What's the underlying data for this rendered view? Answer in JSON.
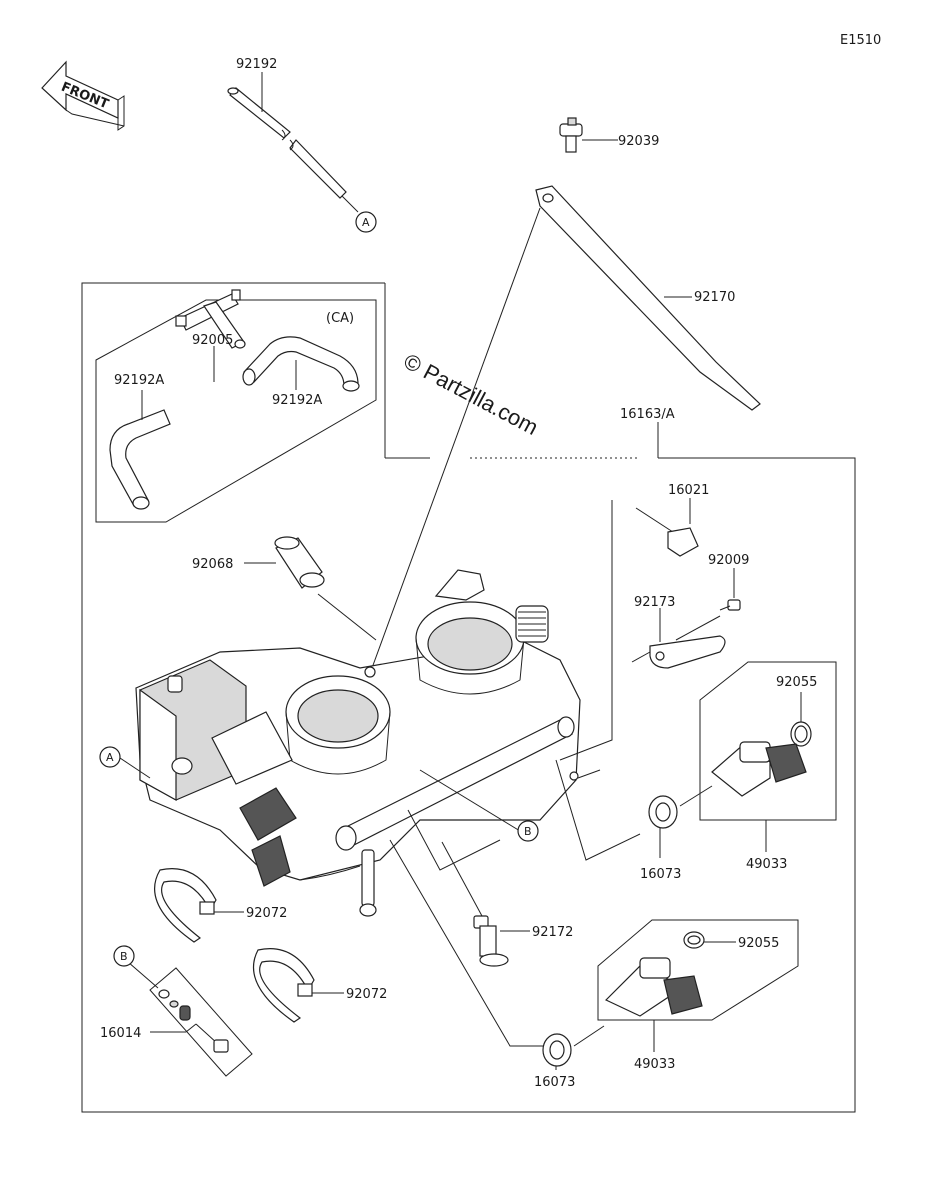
{
  "diagram_code": "E1510",
  "front_arrow_label": "FRONT",
  "watermark": "© Partzilla.com",
  "groups": {
    "ca_label": "(CA)",
    "assembly_label": "16163/A"
  },
  "callouts": {
    "a": "A",
    "b": "B"
  },
  "parts": {
    "hose_92192": "92192",
    "bolt_92039": "92039",
    "strap_92170": "92170",
    "joint_92005": "92005",
    "hose_92192a_left": "92192A",
    "hose_92192a_right": "92192A",
    "cap_92068": "92068",
    "screw_16021": "16021",
    "screw_92009": "92009",
    "clamp_92173": "92173",
    "ring_92055_upper": "92055",
    "injector_49033_upper": "49033",
    "seal_16073_upper": "16073",
    "band_92072_left": "92072",
    "band_92072_right": "92072",
    "pin_92172": "92172",
    "ring_92055_lower": "92055",
    "injector_49033_lower": "49033",
    "seal_16073_lower": "16073",
    "valve_16014": "16014"
  }
}
